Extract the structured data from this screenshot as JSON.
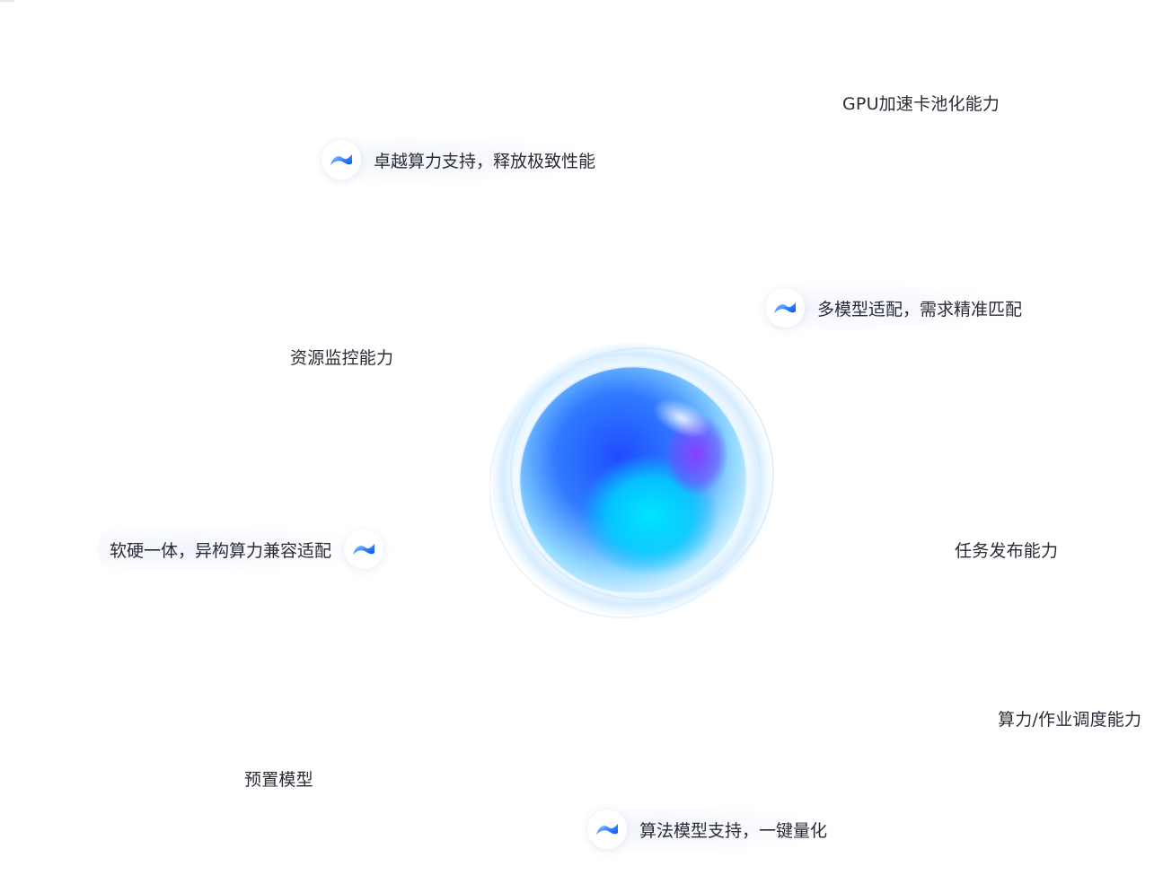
{
  "features": {
    "top": "卓越算力支持，释放极致性能",
    "right": "多模型适配，需求精准匹配",
    "left": "软硬一体，异构算力兼容适配",
    "bottom": "算法模型支持，一键量化"
  },
  "capabilities": {
    "gpu_pool": "GPU加速卡池化能力",
    "resource_monitor": "资源监控能力",
    "task_publish": "任务发布能力",
    "scheduling": "算力/作业调度能力",
    "preset_model": "预置模型"
  },
  "icons": {
    "feature_badge": "blue-flag-icon",
    "center": "gradient-orb"
  },
  "colors": {
    "text": "#2b2b36",
    "orb_blue": "#2a63ff",
    "orb_cyan": "#00d8ff",
    "orb_purple": "#8a3dff"
  }
}
